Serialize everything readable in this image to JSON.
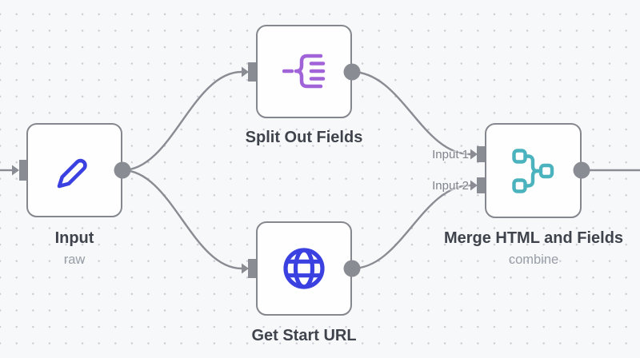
{
  "app": "workflow-canvas",
  "workflow": {
    "nodes": [
      {
        "id": "input",
        "title": "Input",
        "subtitle": "raw",
        "icon": "pencil-icon"
      },
      {
        "id": "split",
        "title": "Split Out Fields",
        "icon": "split-out-icon"
      },
      {
        "id": "get",
        "title": "Get Start URL",
        "icon": "globe-icon"
      },
      {
        "id": "merge",
        "title": "Merge HTML and Fields",
        "subtitle": "combine",
        "icon": "merge-icon",
        "input_labels": [
          "Input 1",
          "Input 2"
        ]
      }
    ],
    "connections": [
      {
        "from": "canvas-left-edge",
        "to": "input"
      },
      {
        "from": "input",
        "to": "split"
      },
      {
        "from": "input",
        "to": "get"
      },
      {
        "from": "split",
        "to": "merge",
        "port": "Input 1"
      },
      {
        "from": "get",
        "to": "merge",
        "port": "Input 2"
      },
      {
        "from": "merge",
        "to": "canvas-right-edge"
      }
    ]
  },
  "colors": {
    "canvas_bg": "#f7f8fa",
    "grid_dot": "#c8cbd1",
    "node_border": "#84878d",
    "wire": "#898c92",
    "title_text": "#3f434b",
    "subtitle_text": "#989da6",
    "port_label_text": "#7f838c",
    "icon_blue": "#3b41e0",
    "icon_purple": "#a163d8",
    "icon_teal": "#4ab3bd"
  }
}
